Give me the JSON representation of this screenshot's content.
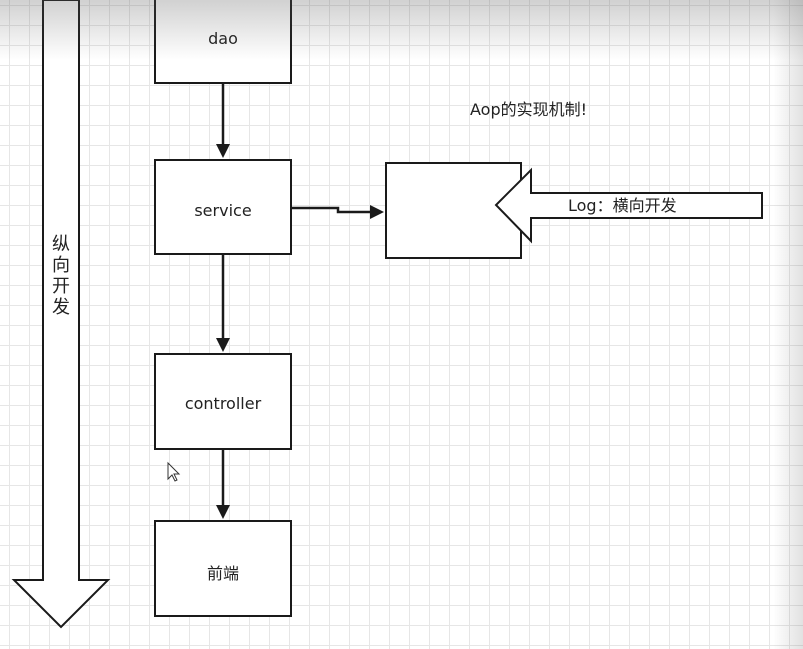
{
  "diagram": {
    "nodes": {
      "dao": "dao",
      "service": "service",
      "controller": "controller",
      "frontend": "前端"
    },
    "caption": "Aop的实现机制!",
    "log_arrow_label": "Log：横向开发",
    "vertical_arrow_label": [
      "纵",
      "向",
      "开",
      "发"
    ]
  }
}
